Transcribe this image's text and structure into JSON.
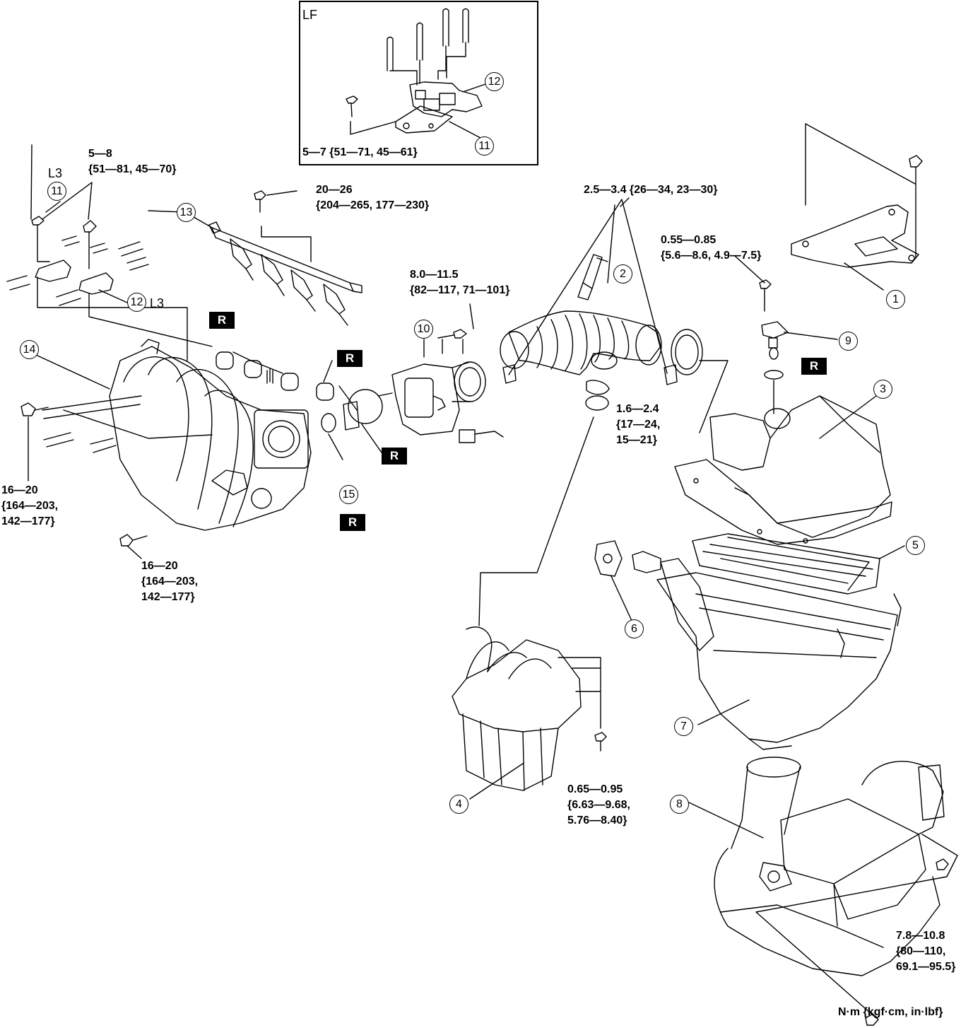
{
  "diagram": {
    "inset_label": "LF",
    "units_note": "N·m {kgf·cm, in·lbf}",
    "variant_labels": {
      "l3_top": "L3",
      "l3_bottom": "L3"
    },
    "callout_numbers": {
      "n1": "1",
      "n2": "2",
      "n3": "3",
      "n4": "4",
      "n5": "5",
      "n6": "6",
      "n7": "7",
      "n8": "8",
      "n9": "9",
      "n10": "10",
      "n11_inset": "11",
      "n11_l3": "11",
      "n12_inset": "12",
      "n12_l3": "12",
      "n13": "13",
      "n14": "14",
      "n15": "15"
    },
    "replace_marker": "R",
    "torque_specs": {
      "inset_bolt": "5—7 {51—71, 45—61}",
      "l3_bolts": "5—8\n{51—81, 45—70}",
      "fuel_rail": "20—26\n{204—265, 177—230}",
      "hose_clamps": "2.5—3.4 {26—34, 23—30}",
      "bracket_screw": "0.55—0.85\n{5.6—8.6, 4.9—7.5}",
      "throttle_body": "8.0—11.5\n{82—117, 71—101}",
      "resonator_clamp": "1.6—2.4\n{17—24,\n15—21}",
      "manifold_side": "16—20\n{164—203,\n142—177}",
      "manifold_bottom": "16—20\n{164—203,\n142—177}",
      "resonator_screw": "0.65—0.95\n{6.63—9.68,\n5.76—8.40}",
      "case_bolts": "7.8—10.8\n{80—110,\n69.1—95.5}"
    }
  }
}
